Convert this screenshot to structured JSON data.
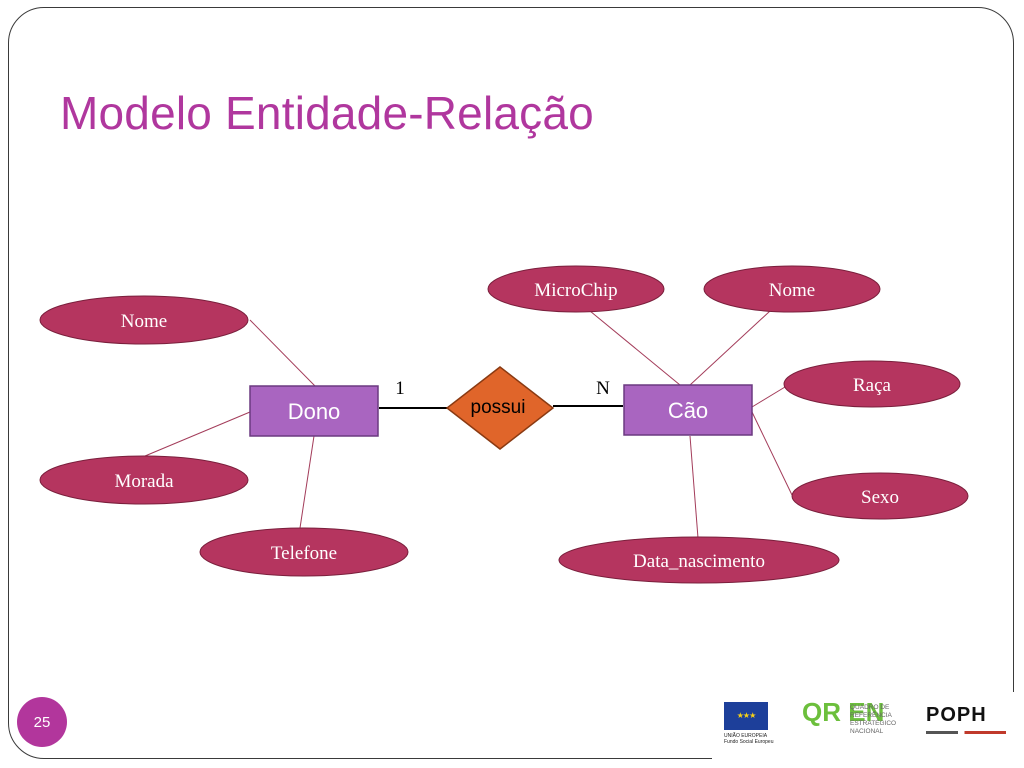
{
  "slide": {
    "title": "Modelo Entidade-Relação",
    "page_number": "25"
  },
  "diagram": {
    "entities": [
      {
        "id": "dono",
        "label": "Dono"
      },
      {
        "id": "cao",
        "label": "Cão"
      }
    ],
    "relationship": {
      "label": "possui",
      "cardinality_left": "1",
      "cardinality_right": "N"
    },
    "attributes_dono": [
      "Nome",
      "Morada",
      "Telefone"
    ],
    "attributes_cao": [
      "MicroChip",
      "Nome",
      "Raça",
      "Sexo",
      "Data_nascimento"
    ]
  },
  "colors": {
    "title": "#b0379e",
    "attribute_fill": "#b5355f",
    "entity_fill": "#a965c0",
    "relationship_fill": "#e0652a",
    "page_badge": "#b2369c"
  },
  "logos": {
    "eu": {
      "caption": "UNIÃO EUROPEIA Fundo Social Europeu"
    },
    "qren": {
      "mark": "QR EN",
      "caption": "QUADRO DE REFERÊNCIA ESTRATÉGICO NACIONAL"
    },
    "poph": {
      "mark": "POPH"
    }
  }
}
